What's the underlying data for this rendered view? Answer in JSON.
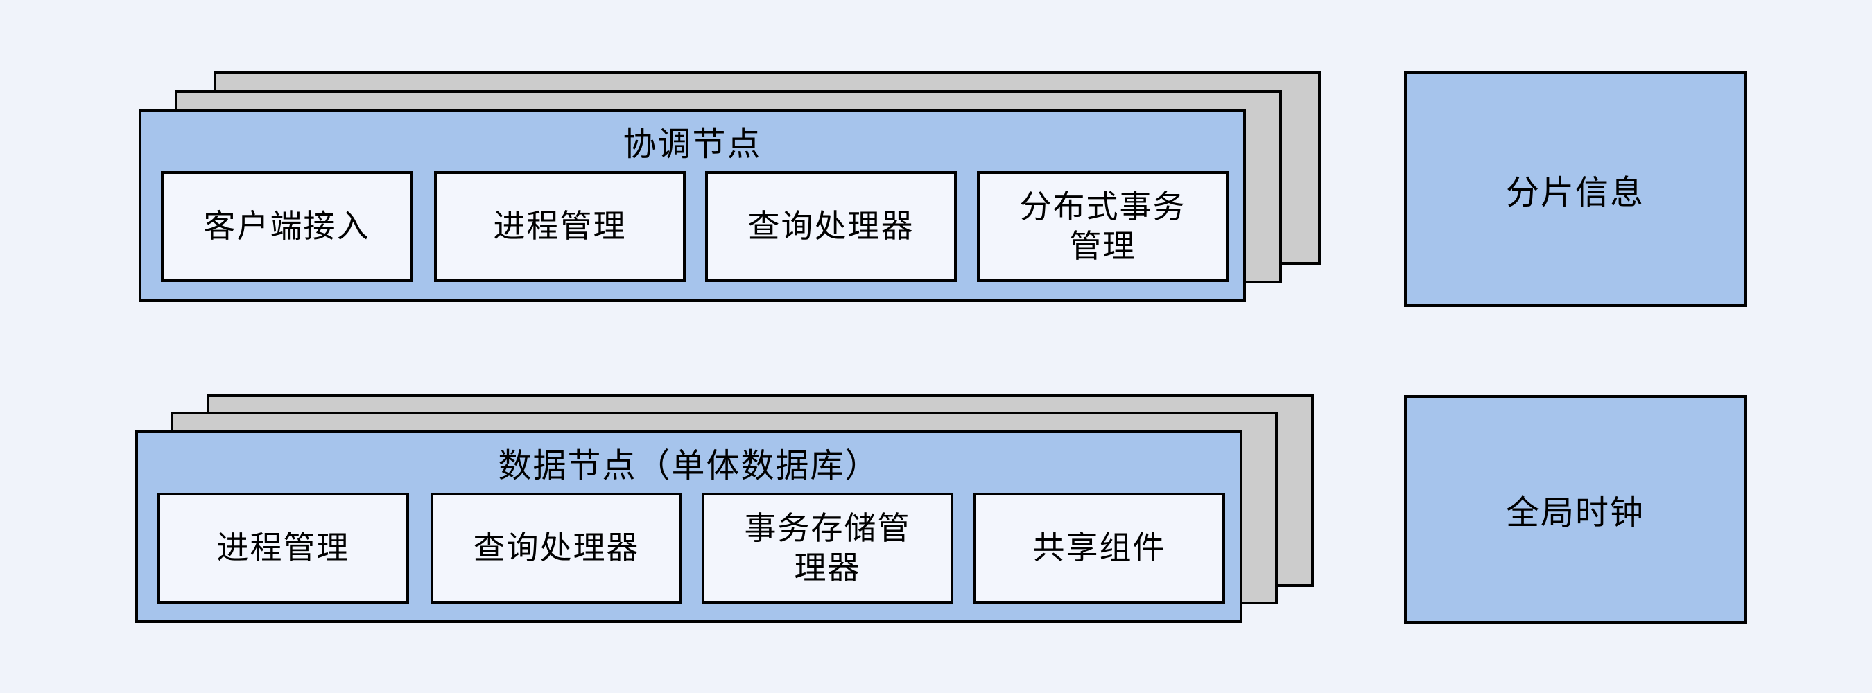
{
  "colors": {
    "page_bg": "#F0F3FA",
    "card_blue": "#A6C4EC",
    "card_gray": "#CCCCCC",
    "box_fill": "#F3F6FD",
    "line": "#000000"
  },
  "coordinator_node": {
    "title": "协调节点",
    "modules": [
      "客户端接入",
      "进程管理",
      "查询处理器",
      "分布式事务\n管理"
    ]
  },
  "data_node": {
    "title": "数据节点（单体数据库）",
    "modules": [
      "进程管理",
      "查询处理器",
      "事务存储管\n理器",
      "共享组件"
    ]
  },
  "shard_info_label": "分片信息",
  "global_clock_label": "全局时钟"
}
